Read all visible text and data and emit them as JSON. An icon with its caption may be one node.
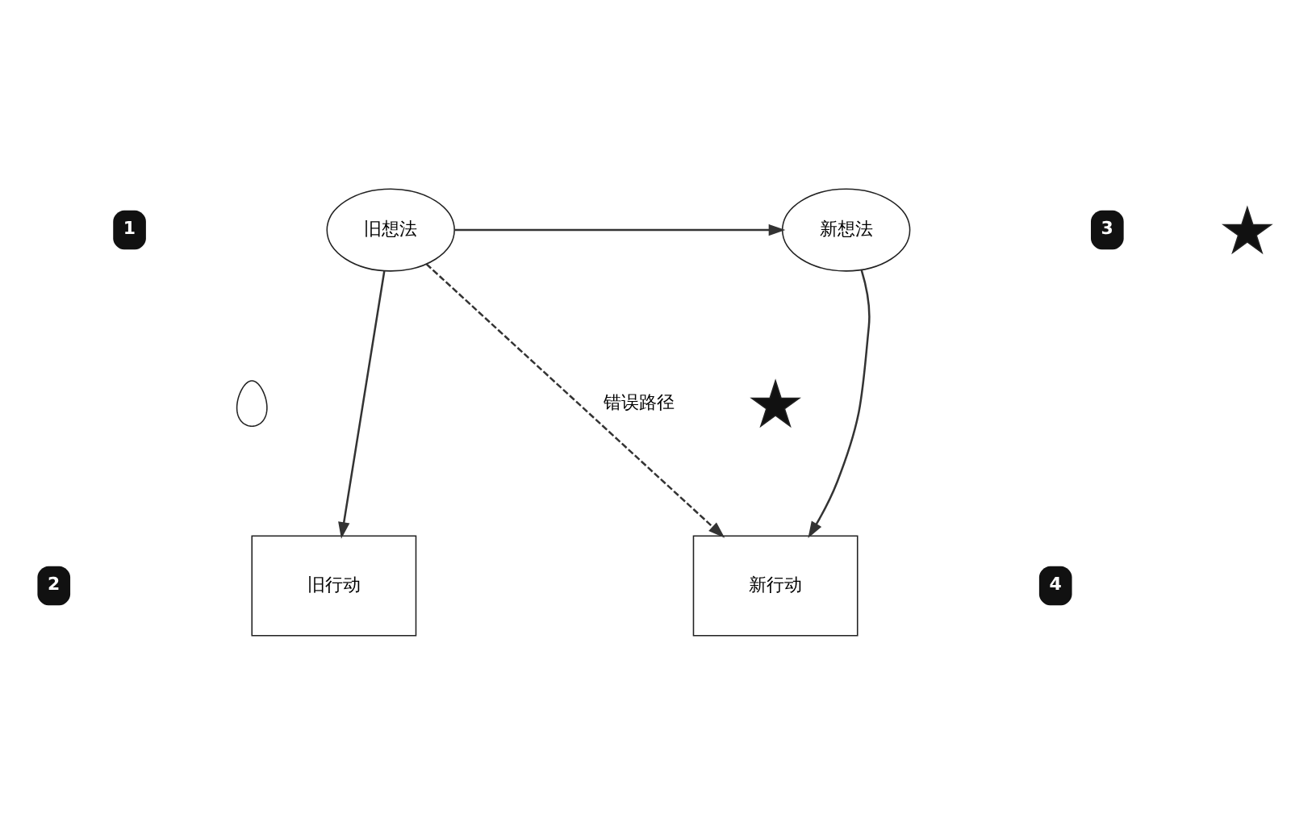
{
  "diagram": {
    "nodes": [
      {
        "text": [
          "旧想法"
        ]
      },
      {
        "text": [
          "新想法"
        ]
      },
      {
        "text": [
          "旧行动"
        ]
      },
      {
        "text": [
          "新行动"
        ]
      },
      {
        "text": [],
        "shape": "person"
      },
      {
        "text": [],
        "shape": "star"
      },
      {
        "text": [],
        "shape": "star"
      }
    ],
    "edges": [
      {
        "from": 0,
        "to": 1,
        "arrow": "to"
      },
      {
        "from": 0,
        "to": 2,
        "arrow": "to"
      },
      {
        "from": 0,
        "to": 3,
        "arrow": "to",
        "label": "错误路径",
        "style": "dashed"
      },
      {
        "from": 1,
        "to": 3,
        "arrow": "to"
      }
    ],
    "labels": [
      "1",
      "3",
      "2",
      "4"
    ]
  }
}
